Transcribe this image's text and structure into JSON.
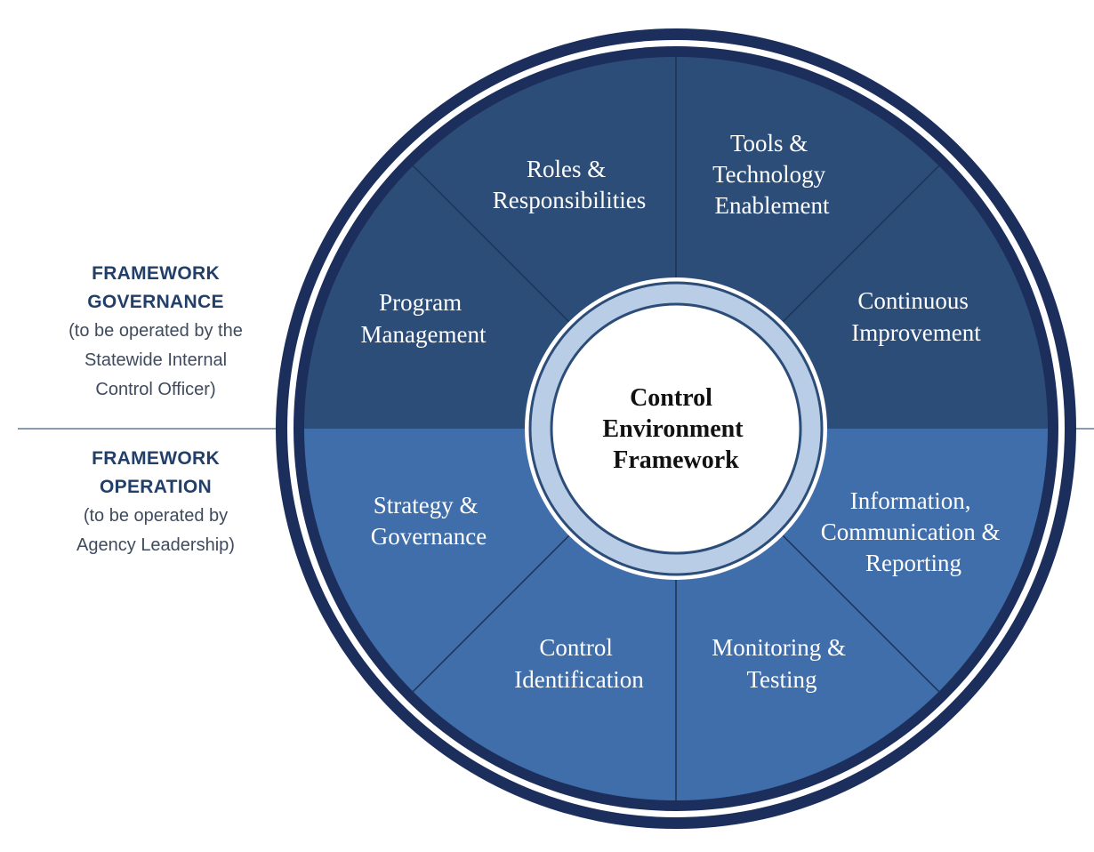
{
  "sides": {
    "governance": {
      "title_lines": [
        "FRAMEWORK",
        "GOVERNANCE"
      ],
      "subtitle_lines": [
        "(to be operated by the",
        "Statewide Internal",
        "Control Officer)"
      ]
    },
    "operation": {
      "title_lines": [
        "FRAMEWORK",
        "OPERATION"
      ],
      "subtitle_lines": [
        "(to be operated by",
        "Agency Leadership)"
      ]
    }
  },
  "center": {
    "lines": [
      "Control",
      "Environment",
      "Framework"
    ]
  },
  "segments": [
    {
      "id": "program-management",
      "group": "governance",
      "lines": [
        "Program",
        "Management"
      ]
    },
    {
      "id": "roles-responsibilities",
      "group": "governance",
      "lines": [
        "Roles &",
        "Responsibilities"
      ]
    },
    {
      "id": "tools-technology-enablement",
      "group": "governance",
      "lines": [
        "Tools &",
        "Technology",
        "Enablement"
      ]
    },
    {
      "id": "continuous-improvement",
      "group": "governance",
      "lines": [
        "Continuous",
        "Improvement"
      ]
    },
    {
      "id": "strategy-governance",
      "group": "operation",
      "lines": [
        "Strategy &",
        "Governance"
      ]
    },
    {
      "id": "control-identification",
      "group": "operation",
      "lines": [
        "Control",
        "Identification"
      ]
    },
    {
      "id": "monitoring-testing",
      "group": "operation",
      "lines": [
        "Monitoring &",
        "Testing"
      ]
    },
    {
      "id": "information-communication-reporting",
      "group": "operation",
      "lines": [
        "Information,",
        "Communication &",
        "Reporting"
      ]
    }
  ],
  "colors": {
    "governance_fill": "#2c4d78",
    "operation_fill": "#3f6eaa",
    "outer_ring": "#1c2f5c",
    "inner_ring": "#b9cde6",
    "divider_line": "#8a9bb5"
  }
}
